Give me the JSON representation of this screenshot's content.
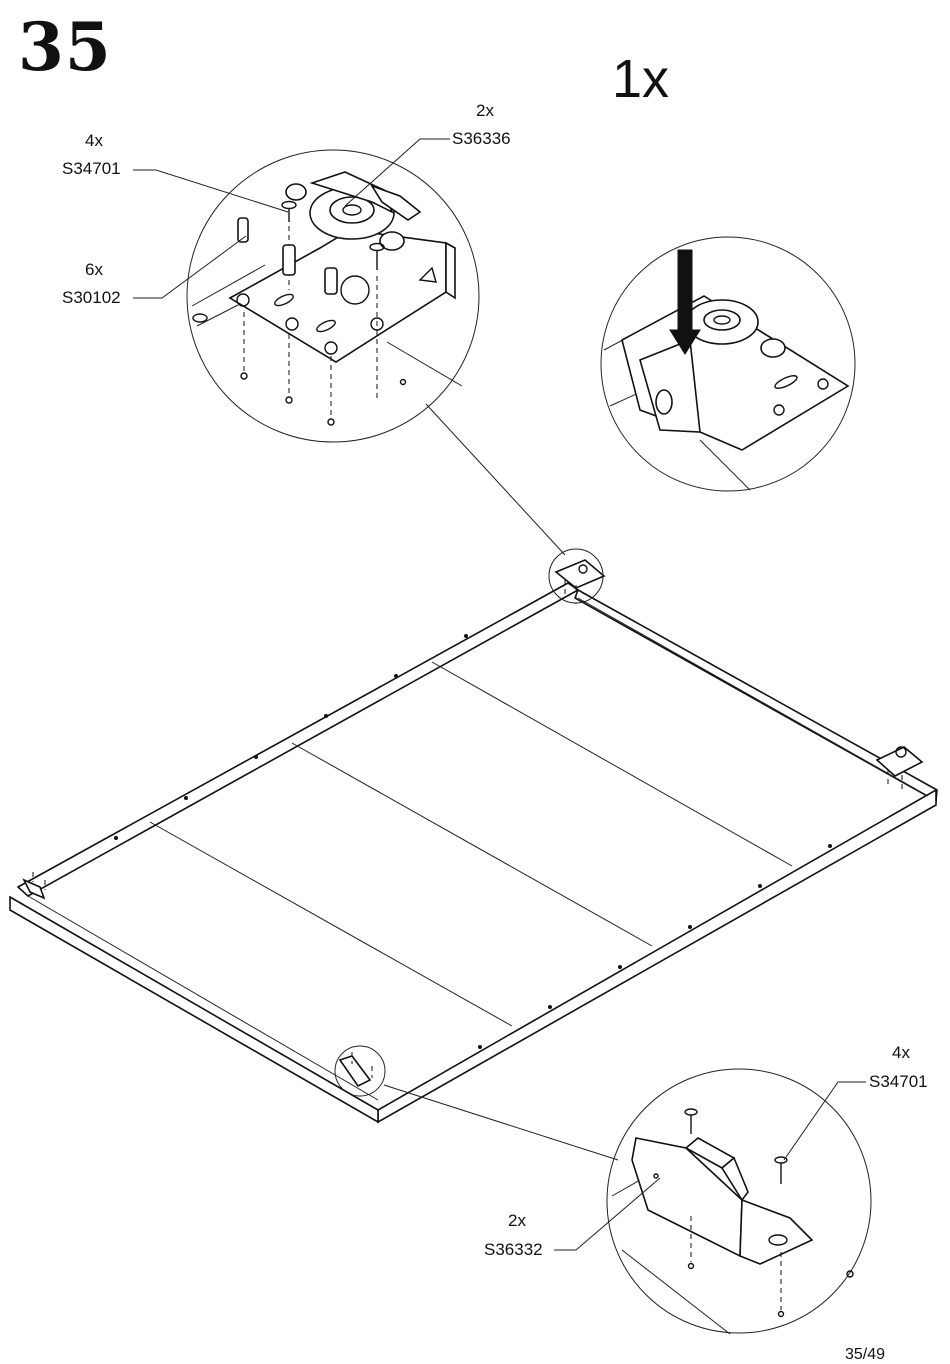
{
  "step": {
    "number": "35",
    "quantity": "1x"
  },
  "callouts": {
    "top_left": {
      "items": [
        {
          "qty": "4x",
          "code": "S34701"
        },
        {
          "qty": "2x",
          "code": "S36336"
        },
        {
          "qty": "6x",
          "code": "S30102"
        }
      ]
    },
    "bottom_right": {
      "items": [
        {
          "qty": "4x",
          "code": "S34701"
        },
        {
          "qty": "2x",
          "code": "S36332"
        }
      ]
    }
  },
  "page": {
    "number": "35/49"
  },
  "icons": {
    "detail_top_left": "hinge-plate-icon",
    "detail_top_right": "press-arrow-icon",
    "detail_bottom_right": "bracket-icon",
    "screw": "screw-icon",
    "dowel": "dowel-icon"
  }
}
